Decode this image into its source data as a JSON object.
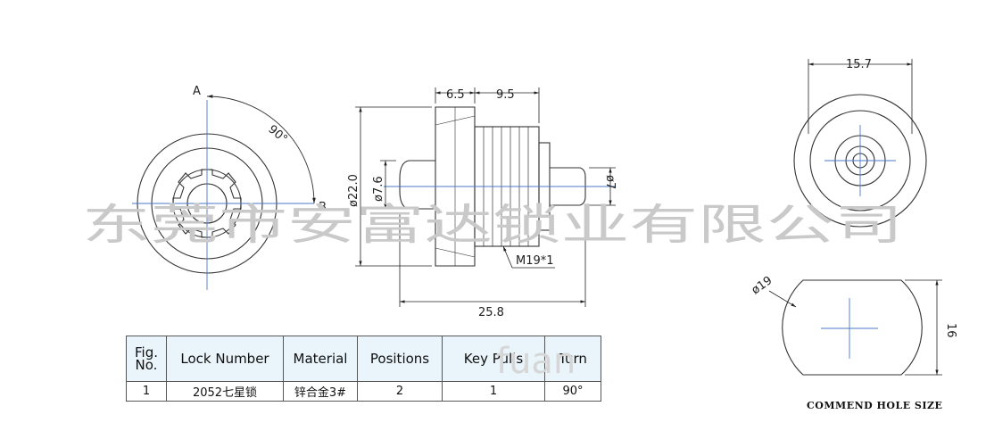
{
  "labels": {
    "axis_a": "A",
    "axis_b": "B",
    "angle": "90°",
    "dim_6_5": "6.5",
    "dim_9_5": "9.5",
    "dim_22": "ø22.0",
    "dim_7_6": "ø7.6",
    "dim_7": "ø7",
    "thread": "M19*1",
    "dim_25_8": "25.8",
    "dim_15_7": "15.7",
    "dim_19": "ø19",
    "dim_16": "16",
    "hole_size": "COMMEND HOLE SIZE"
  },
  "watermark": {
    "company": "东莞市安富达锁业有限公司",
    "brand": "fuan"
  },
  "table": {
    "headers": {
      "fig": "Fig. No.",
      "lock_number": "Lock Number",
      "material": "Material",
      "positions": "Positions",
      "key_pulls": "Key Pulls",
      "turn": "Turn"
    },
    "row": {
      "fig": "1",
      "lock_number": "2052七星锁",
      "material": "锌合金3#",
      "positions": "2",
      "key_pulls": "1",
      "turn": "90°"
    }
  },
  "colors": {
    "line": "#333333",
    "center_line": "#4a78c8",
    "table_header_bg": "#e9f4fb",
    "watermark": "#c9c9c9"
  }
}
